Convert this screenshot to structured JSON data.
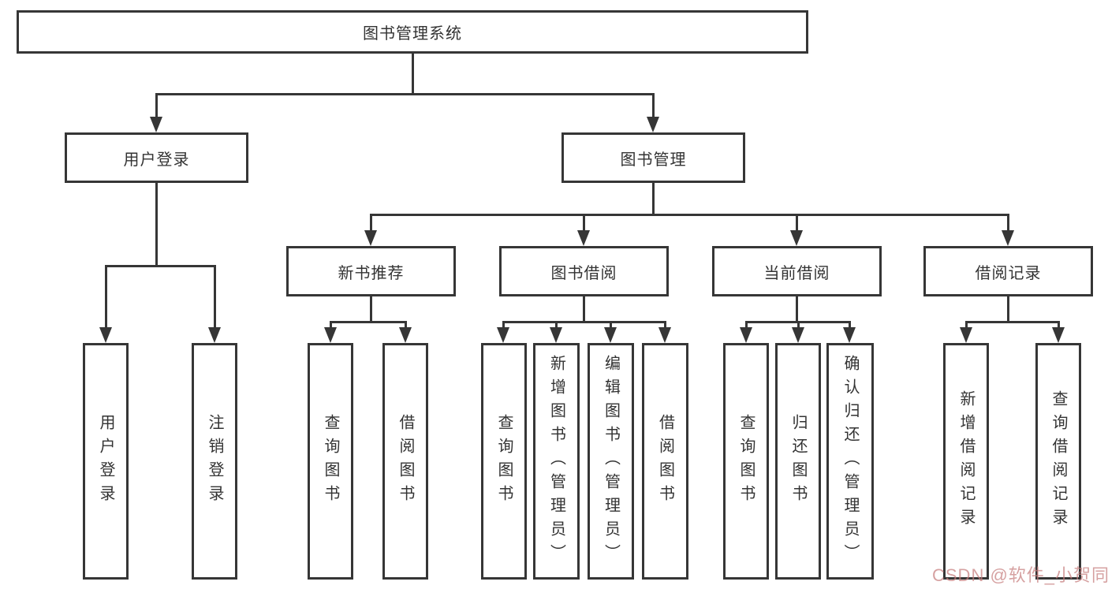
{
  "watermark": "CSDN @软件_小贺同学",
  "colors": {
    "line": "#363636",
    "text": "#333333",
    "background": "#ffffff",
    "watermark": "#c67d7d"
  },
  "tree": {
    "root": "图书管理系统",
    "branches": [
      {
        "label": "用户登录",
        "children": [
          "用户登录",
          "注销登录"
        ]
      },
      {
        "label": "图书管理",
        "groups": [
          {
            "label": "新书推荐",
            "children": [
              "查询图书",
              "借阅图书"
            ]
          },
          {
            "label": "图书借阅",
            "children": [
              "查询图书",
              "新增图书（管理员）",
              "编辑图书（管理员）",
              "借阅图书"
            ]
          },
          {
            "label": "当前借阅",
            "children": [
              "查询图书",
              "归还图书",
              "确认归还（管理员）"
            ]
          },
          {
            "label": "借阅记录",
            "children": [
              "新增借阅记录",
              "查询借阅记录"
            ]
          }
        ]
      }
    ]
  }
}
